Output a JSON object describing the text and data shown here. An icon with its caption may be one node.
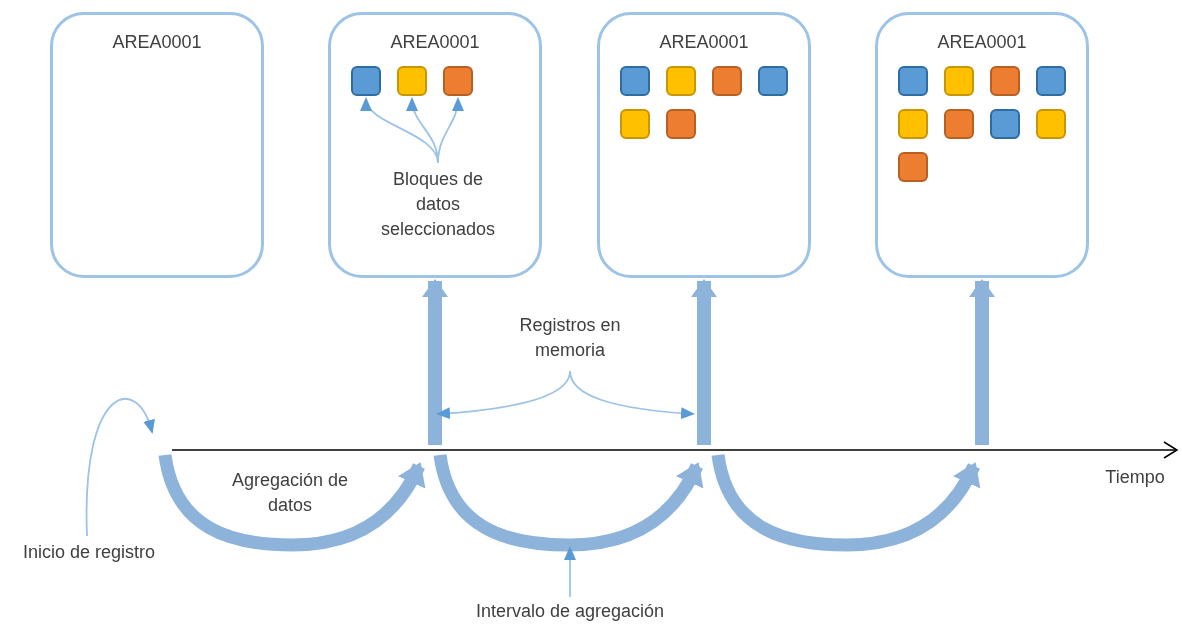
{
  "diagram": {
    "nodes": [
      {
        "text": [
          "AREA0001"
        ]
      },
      {
        "text": [
          "AREA0001"
        ]
      },
      {
        "text": [],
        "shape": "box",
        "in": 1
      },
      {
        "text": [],
        "shape": "box",
        "in": 1
      },
      {
        "text": [],
        "shape": "box",
        "in": 1
      },
      {
        "text": [
          "Bloques de datos seleccionados"
        ],
        "in": 1
      },
      {
        "text": [
          "AREA0001"
        ]
      },
      {
        "text": [],
        "shape": "box",
        "in": 6
      },
      {
        "text": [],
        "shape": "box",
        "in": 6
      },
      {
        "text": [],
        "shape": "box",
        "in": 6
      },
      {
        "text": [],
        "shape": "box",
        "in": 6
      },
      {
        "text": [],
        "shape": "box",
        "in": 6
      },
      {
        "text": [],
        "shape": "box",
        "in": 6
      },
      {
        "text": [
          "AREA0001"
        ]
      },
      {
        "text": [],
        "shape": "box",
        "in": 13
      },
      {
        "text": [],
        "shape": "box",
        "in": 13
      },
      {
        "text": [],
        "shape": "box",
        "in": 13
      },
      {
        "text": [],
        "shape": "box",
        "in": 13
      },
      {
        "text": [],
        "shape": "box",
        "in": 13
      },
      {
        "text": [],
        "shape": "box",
        "in": 13
      },
      {
        "text": [],
        "shape": "box",
        "in": 13
      },
      {
        "text": [],
        "shape": "box",
        "in": 13
      },
      {
        "text": [],
        "shape": "box",
        "in": 13
      },
      {
        "text": [
          "Registros en memoria"
        ]
      },
      {
        "text": [
          "Inicio de registro"
        ]
      },
      {
        "text": [
          "Intervalo de agregación"
        ]
      }
    ],
    "edges": [
      {
        "from": 5,
        "to": 2,
        "arrow": "to"
      },
      {
        "from": 5,
        "to": 3,
        "arrow": "to"
      },
      {
        "from": 5,
        "to": 4,
        "arrow": "to"
      },
      {
        "from": null,
        "to": 1,
        "arrow": "to",
        "style": "thick",
        "color": "#8db3da"
      },
      {
        "from": null,
        "to": 6,
        "arrow": "to",
        "style": "thick",
        "color": "#8db3da"
      },
      {
        "from": null,
        "to": 13,
        "arrow": "to",
        "style": "thick",
        "color": "#8db3da"
      },
      {
        "from": 23,
        "to": null,
        "arrow": "to"
      },
      {
        "from": 23,
        "to": null,
        "arrow": "to"
      },
      {
        "from": 24,
        "to": null,
        "arrow": "to"
      },
      {
        "from": 25,
        "to": null,
        "arrow": "to"
      }
    ],
    "labels": [
      "Agregación de datos",
      "Tiempo"
    ]
  }
}
